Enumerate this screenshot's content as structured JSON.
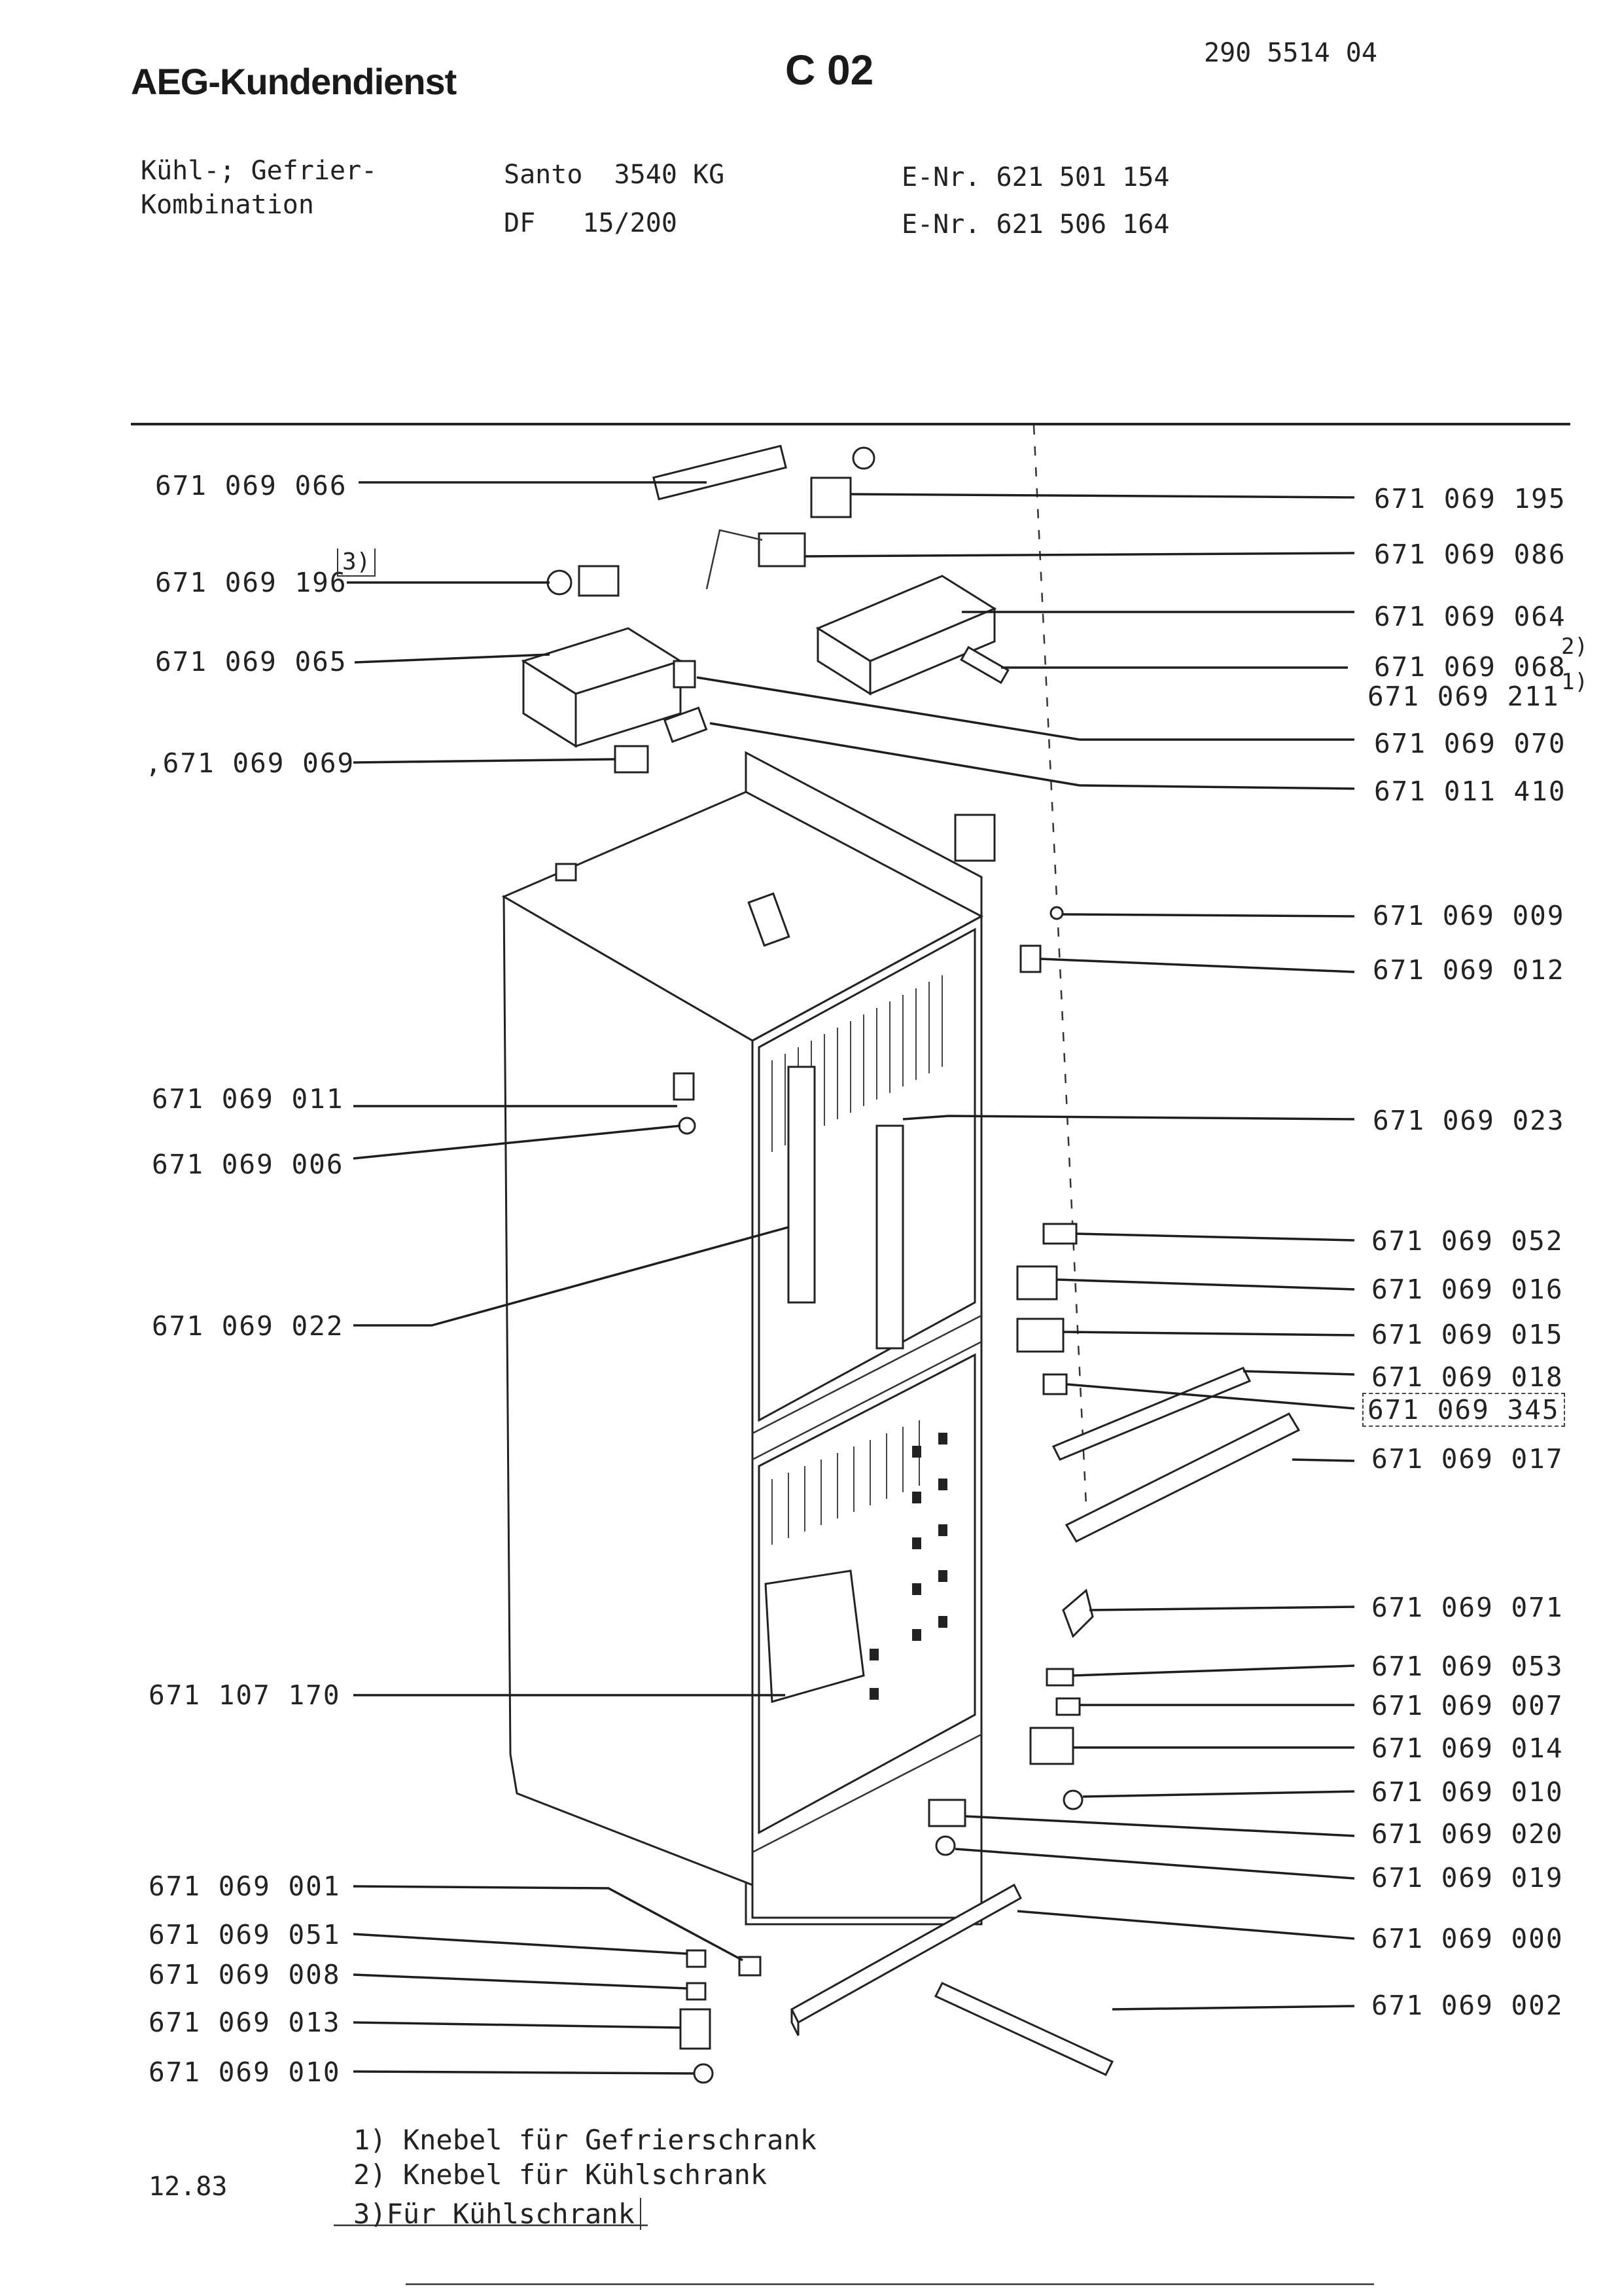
{
  "header": {
    "brand": "AEG-Kundendienst",
    "page_id": "C 02",
    "doc_number": "290 5514 04",
    "product_line1": "Kühl-; Gefrier-",
    "product_line2": "Kombination",
    "model_line1": "Santo  3540 KG",
    "model_line2": "DF   15/200",
    "enr_line1": "E-Nr. 621 501 154",
    "enr_line2": "E-Nr. 621 506 164"
  },
  "parts_left": [
    {
      "id": "066",
      "text": "671 069 066"
    },
    {
      "id": "196",
      "text": "671 069 196",
      "note": "3)"
    },
    {
      "id": "065",
      "text": "671 069 065"
    },
    {
      "id": "069",
      "text": ",671 069 069"
    },
    {
      "id": "011",
      "text": "671 069 011"
    },
    {
      "id": "006",
      "text": "671 069 006"
    },
    {
      "id": "022",
      "text": "671 069 022"
    },
    {
      "id": "170",
      "text": "671 107 170"
    },
    {
      "id": "001",
      "text": "671 069 001"
    },
    {
      "id": "051",
      "text": "671 069 051"
    },
    {
      "id": "008",
      "text": "671 069 008"
    },
    {
      "id": "013",
      "text": "671 069 013"
    },
    {
      "id": "010b",
      "text": "671 069 010"
    }
  ],
  "parts_right": [
    {
      "id": "195",
      "text": "671 069 195"
    },
    {
      "id": "086",
      "text": "671 069 086"
    },
    {
      "id": "064",
      "text": "671 069 064"
    },
    {
      "id": "068",
      "text": "671 069 068",
      "note": "2)"
    },
    {
      "id": "211",
      "text": "671 069 211",
      "note": "1)"
    },
    {
      "id": "070",
      "text": "671 069 070"
    },
    {
      "id": "410",
      "text": "671 011 410"
    },
    {
      "id": "009",
      "text": "671 069 009"
    },
    {
      "id": "012",
      "text": "671 069 012"
    },
    {
      "id": "023",
      "text": "671 069 023"
    },
    {
      "id": "052",
      "text": "671 069 052"
    },
    {
      "id": "016",
      "text": "671 069 016"
    },
    {
      "id": "015",
      "text": "671 069 015"
    },
    {
      "id": "018",
      "text": "671 069 018"
    },
    {
      "id": "345",
      "text": "671 069 345"
    },
    {
      "id": "017",
      "text": "671 069 017"
    },
    {
      "id": "071",
      "text": "671 069 071"
    },
    {
      "id": "053",
      "text": "671 069 053"
    },
    {
      "id": "007",
      "text": "671 069 007"
    },
    {
      "id": "014",
      "text": "671 069 014"
    },
    {
      "id": "010",
      "text": "671 069 010"
    },
    {
      "id": "020",
      "text": "671 069 020"
    },
    {
      "id": "019",
      "text": "671 069 019"
    },
    {
      "id": "000",
      "text": "671 069 000"
    },
    {
      "id": "002",
      "text": "671 069 002"
    }
  ],
  "footnotes": [
    "1) Knebel für Gefrierschrank",
    "2) Knebel für Kühlschrank",
    "3)Für Kühlschrank"
  ],
  "date": "12.83"
}
